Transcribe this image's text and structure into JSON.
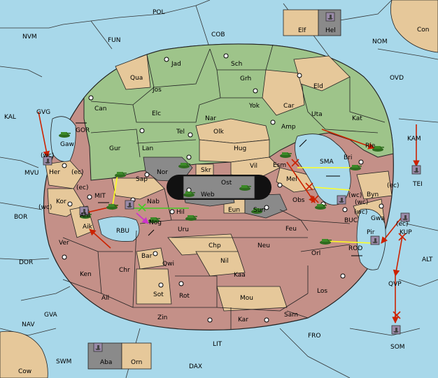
{
  "colors": {
    "sea": "#a8d8ea",
    "land_green": "#9ec48a",
    "land_tan": "#e6c89a",
    "land_red": "#c49088",
    "land_gray": "#8a8a8a",
    "border": "#222222",
    "move_red": "#cc2200",
    "support_yellow": "#ffff22",
    "support_green": "#44cc22",
    "retreat_magenta": "#cc33cc",
    "supply_center_dot": "#000000"
  },
  "labels": {
    "pol": "POL",
    "elf": "Elf",
    "hel": "Hel",
    "con": "Con",
    "nvm": "NVM",
    "fun": "FUN",
    "cob": "COB",
    "nom": "NOM",
    "jad": "Jad",
    "sch": "Sch",
    "qua": "Qua",
    "jos": "Jos",
    "grh": "Grh",
    "eld": "Eld",
    "ovd": "OVD",
    "can": "Can",
    "yok": "Yok",
    "car": "Car",
    "uta": "Uta",
    "kat": "Kat",
    "kal": "KAL",
    "gvg": "GVG",
    "gor": "GOR",
    "elc": "Elc",
    "nar": "Nar",
    "amp": "Amp",
    "tel": "Tel",
    "olk": "Olk",
    "gaw": "Gaw",
    "gur": "Gur",
    "lan": "Lan",
    "hug": "Hug",
    "bri": "Bri",
    "rie": "Rie",
    "kam": "KAM",
    "wc1": "(wc)",
    "mvu": "MVU",
    "her": "Her",
    "ec1": "(ec)",
    "nor": "Nor",
    "skr": "Skr",
    "ost": "Ost",
    "vil": "Vil",
    "esm": "Esm",
    "sma": "SMA",
    "tei": "TEI",
    "sap": "Sap",
    "web": "Web",
    "mel": "Mel",
    "wc2": "(wc)",
    "byn": "Byn",
    "ec2": "(ec)",
    "ec3": "(ec)",
    "kor": "Kor",
    "mit": "MIT",
    "nab": "Nab",
    "eun": "Eun",
    "sun": "Sun",
    "obs": "Obs",
    "wc3": "(wc)",
    "bor": "BOR",
    "wc4": "(wc)",
    "ahl": "Ahl",
    "hil": "Hil",
    "gwa": "Gwa",
    "buc": "BUC",
    "nog": "Nog",
    "ec4": "(ec)",
    "wc5": "(wc)",
    "pir": "Pir",
    "kup": "KUP",
    "aik": "Aik",
    "rbu": "RBU",
    "uru": "Uru",
    "feu": "Feu",
    "ver": "Ver",
    "chp": "Chp",
    "neu": "Neu",
    "orl": "Orl",
    "rod": "ROD",
    "bar": "Bar",
    "qwi": "Qwi",
    "nil": "Nil",
    "alt": "ALT",
    "dor": "DOR",
    "ken": "Ken",
    "chr": "Chr",
    "qvp": "QVP",
    "kaa": "Kaa",
    "los": "Los",
    "ail": "Ail",
    "sot": "Sot",
    "rot": "Rot",
    "mou": "Mou",
    "gva": "GVA",
    "zin": "Zin",
    "kar": "Kar",
    "sam": "Sam",
    "fro": "FRO",
    "som": "SOM",
    "nav": "NAV",
    "lit": "LIT",
    "swm": "SWM",
    "aba": "Aba",
    "orn": "Orn",
    "dax": "DAX",
    "cow": "Cow"
  }
}
